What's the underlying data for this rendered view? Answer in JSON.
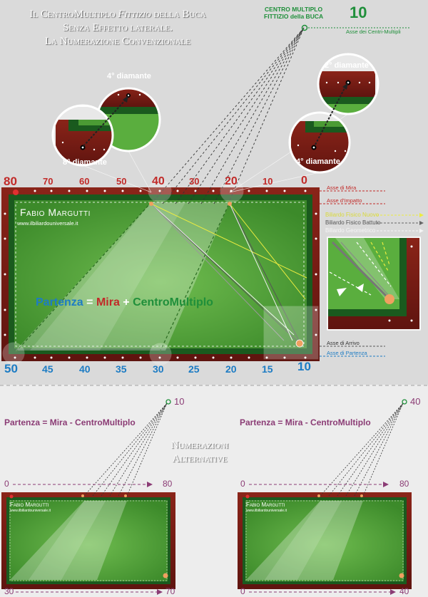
{
  "title_lines": [
    "Il CentroMultiplo",
    "Fittizio",
    "della Buca",
    "Senza Effetto laterale.",
    "La Numerazione Convenzionale"
  ],
  "cm_label_line1": "CENTRO MULTIPLO",
  "cm_label_line2": "FITTIZIO della BUCA",
  "cm_value": "10",
  "asse_centri": "Asse dei Centri-Multipli",
  "diamond_labels": {
    "d4_top": "4° diamante",
    "d8": "8° diamante",
    "d2": "2° diamante",
    "d4_right": "4° diamante"
  },
  "top_numbers": [
    "80",
    "70",
    "60",
    "50",
    "40",
    "30",
    "20",
    "10",
    "0"
  ],
  "bottom_numbers": [
    "50",
    "45",
    "40",
    "35",
    "30",
    "25",
    "20",
    "15",
    "10"
  ],
  "axis_labels": {
    "mira": "Asse di Mira",
    "impatto": "Asse d'Impatto",
    "arrivo": "Asse di Arrivo",
    "partenza": "Asse di Partenza"
  },
  "legend": {
    "nuovo": "Biliardo Fisico Nuovo",
    "battuto": "Biliardo Fisico Battuto",
    "geometrico": "Biliardo Geometrico"
  },
  "brand": "Fabio Margutti",
  "url": "www.ilbiliardouniversale.it",
  "formula_main": {
    "partenza": "Partenza",
    "eq": " = ",
    "mira": "Mira",
    "plus": " + ",
    "cm": "CentroMultiplo"
  },
  "formula_alt": "Partenza = Mira - CentroMultiplo",
  "alt_title_lines": [
    "Numerazioni",
    "Alternative"
  ],
  "left_table": {
    "cm": "10",
    "top_start": "0",
    "top_end": "80",
    "bot_start": "30",
    "bot_end": "70"
  },
  "right_table": {
    "cm": "40",
    "top_start": "0",
    "top_end": "80",
    "bot_start": "0",
    "bot_end": "40"
  },
  "colors": {
    "rail": "#7c1d16",
    "cushion": "#1a5a1e",
    "cloth": "#4b9b34",
    "background": "#e4e4e4",
    "red": "#c12a28",
    "blue": "#1d7cc4",
    "green": "#1f8f3a",
    "purple": "#8b3c75"
  }
}
